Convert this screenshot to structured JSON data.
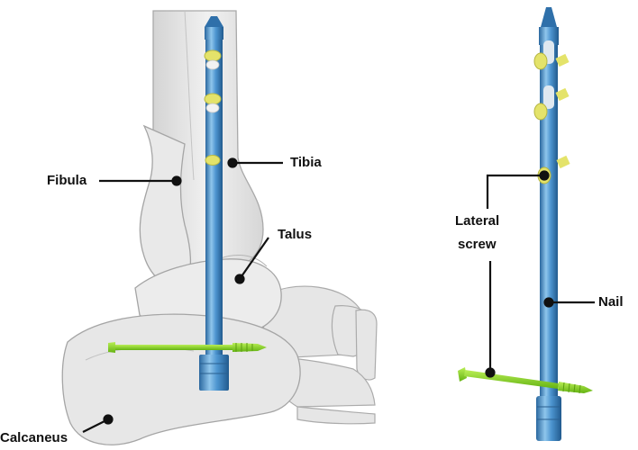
{
  "colors": {
    "bone_fill": "#e3e3e3",
    "bone_edge": "#a9a9a9",
    "nail_blue": "#3d86c4",
    "nail_highlight": "#8fc6ec",
    "screw_yellow": "#e4e36a",
    "screw_green": "#8fd62a",
    "leader_line": "#111111"
  },
  "labels": {
    "fibula": "Fibula",
    "tibia": "Tibia",
    "talus": "Talus",
    "calcaneus": "Calcaneus",
    "lateral_screw_line1": "Lateral",
    "lateral_screw_line2": "screw",
    "nail": "Nail"
  }
}
